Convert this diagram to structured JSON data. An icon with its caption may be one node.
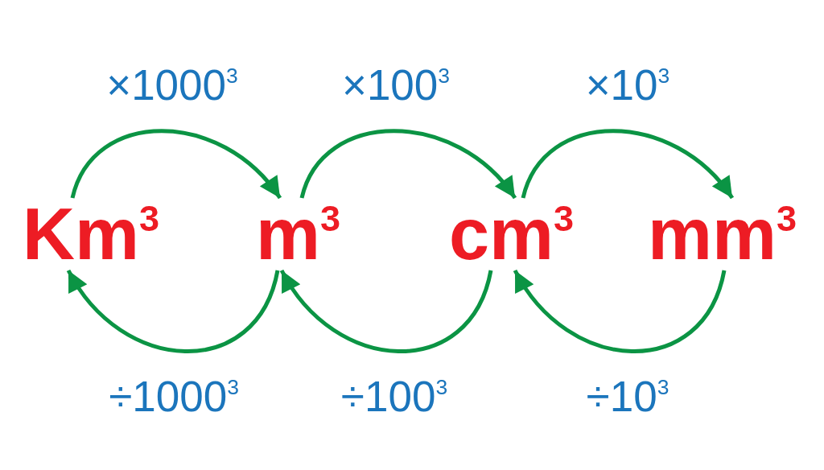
{
  "diagram": {
    "nodes": [
      {
        "text": [
          "Km$^{3}$"
        ]
      },
      {
        "text": [
          "m$^{3}$"
        ]
      },
      {
        "text": [
          "cm$^{3}$"
        ]
      },
      {
        "text": [
          "mm$^{3}$"
        ]
      }
    ],
    "edges": [
      {
        "from": 0,
        "to": 1,
        "arrow": "to",
        "label": "×1000$^{3}$"
      },
      {
        "from": 1,
        "to": 2,
        "arrow": "to",
        "label": "×100$^{3}$"
      },
      {
        "from": 2,
        "to": 3,
        "arrow": "to",
        "label": "×10$^{3}$"
      },
      {
        "from": 1,
        "to": 0,
        "arrow": "to",
        "label": "÷1000$^{3}$"
      },
      {
        "from": 2,
        "to": 1,
        "arrow": "to",
        "label": "÷100$^{3}$"
      },
      {
        "from": 3,
        "to": 2,
        "arrow": "to",
        "label": "÷10$^{3}$"
      }
    ]
  }
}
